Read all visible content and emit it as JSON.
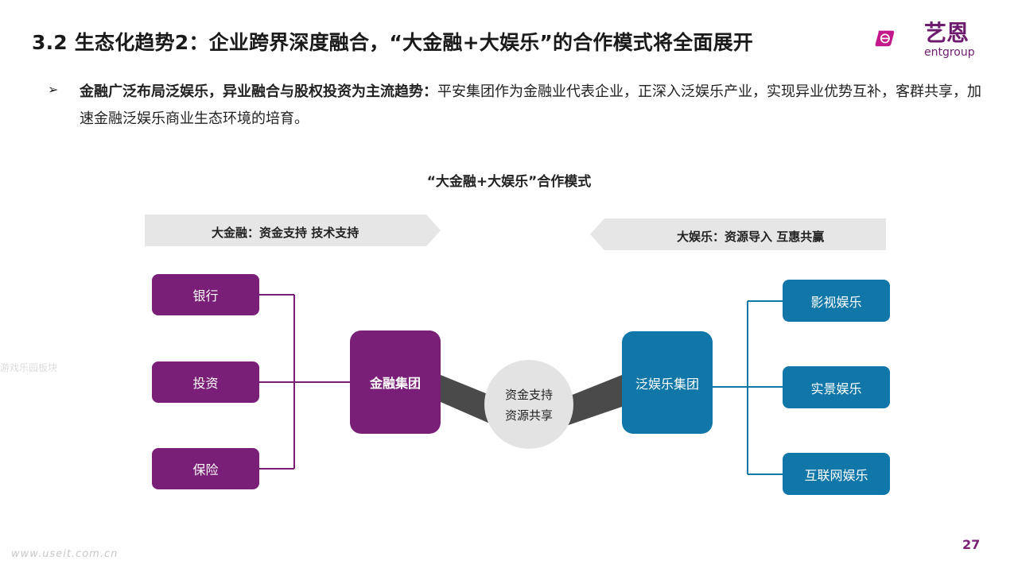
{
  "slide": {
    "title": "3.2 生态化趋势2：企业跨界深度融合，“大金融+大娱乐”的合作模式将全面展开",
    "logo_cn": "艺恩",
    "logo_en": "entgroup",
    "bullet": {
      "bold": "金融广泛布局泛娱乐，异业融合与股权投资为主流趋势：",
      "text": "平安集团作为金融业代表企业，正深入泛娱乐产业，实现异业优势互补，客群共享，加速金融泛娱乐商业生态环境的培育。"
    },
    "page_number": "27",
    "watermark": "www.useit.com.cn",
    "side_watermark": "游戏乐园板块"
  },
  "diagram": {
    "title": "“大金融+大娱乐”合作模式",
    "left_banner": "大金融：资金支持  技术支持",
    "right_banner": "大娱乐：资源导入  互惠共赢",
    "left_items": [
      "银行",
      "投资",
      "保险"
    ],
    "left_hub": "金融集团",
    "center_lines": [
      "资金支持",
      "资源共享"
    ],
    "right_hub": "泛娱乐集团",
    "right_items": [
      "影视娱乐",
      "实景娱乐",
      "互联网娱乐"
    ],
    "colors": {
      "finance": "#7a1f77",
      "entertainment": "#1077a8",
      "banner": "#e6e6e6",
      "connector": "#4a4a4a",
      "circle": "#e3e3e3"
    }
  }
}
